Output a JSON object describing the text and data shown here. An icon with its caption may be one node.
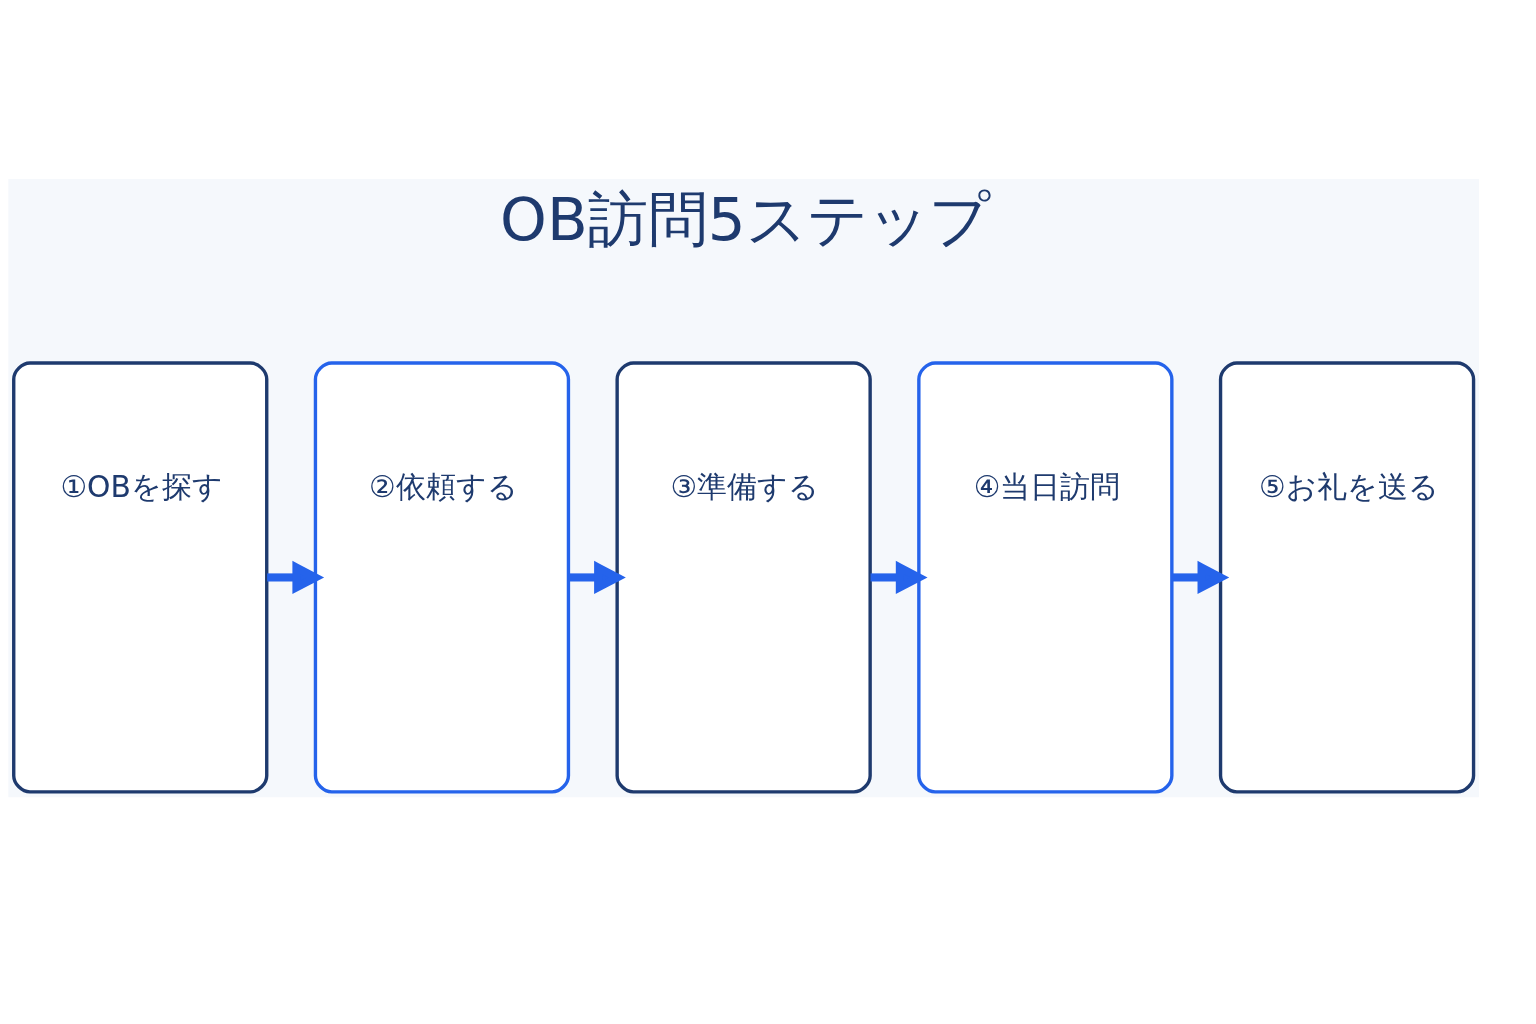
{
  "diagram": {
    "title": "OB訪問5ステップ",
    "nodes": [
      {
        "text": [
          "①OBを探す"
        ]
      },
      {
        "text": [
          "②依頼する"
        ]
      },
      {
        "text": [
          "③準備する"
        ]
      },
      {
        "text": [
          "④当日訪問"
        ]
      },
      {
        "text": [
          "⑤お礼を送る"
        ]
      }
    ],
    "edges": [
      {
        "from": 0,
        "to": 1,
        "arrow": "to"
      },
      {
        "from": 1,
        "to": 2,
        "arrow": "to"
      },
      {
        "from": 2,
        "to": 3,
        "arrow": "to"
      },
      {
        "from": 3,
        "to": 4,
        "arrow": "to"
      }
    ]
  }
}
